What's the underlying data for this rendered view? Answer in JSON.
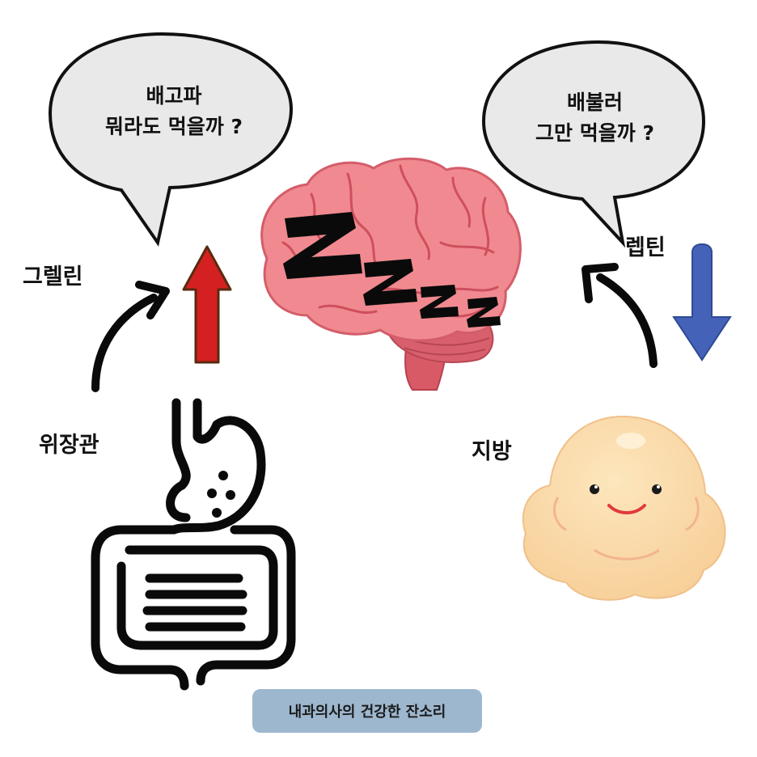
{
  "left_bubble": {
    "line1": "배고파",
    "line2": "뭐라도 먹을까 ?"
  },
  "right_bubble": {
    "line1": "배불러",
    "line2": "그만 먹을까 ?"
  },
  "labels": {
    "ghrelin": "그렐린",
    "gut": "위장관",
    "leptin": "렙틴",
    "fat": "지방"
  },
  "caption": "내과의사의 건강한 잔소리",
  "icons": {
    "brain": "sleeping-brain-icon",
    "gut": "digestive-tract-icon",
    "fat": "fat-blob-icon",
    "up": "red-up-arrow-icon",
    "down": "blue-down-arrow-icon"
  },
  "colors": {
    "brain": "#f08a90",
    "up_arrow": "#d42020",
    "down_arrow": "#3f5fb0",
    "fat": "#fad6a0",
    "caption_bg": "#9db7cf"
  }
}
